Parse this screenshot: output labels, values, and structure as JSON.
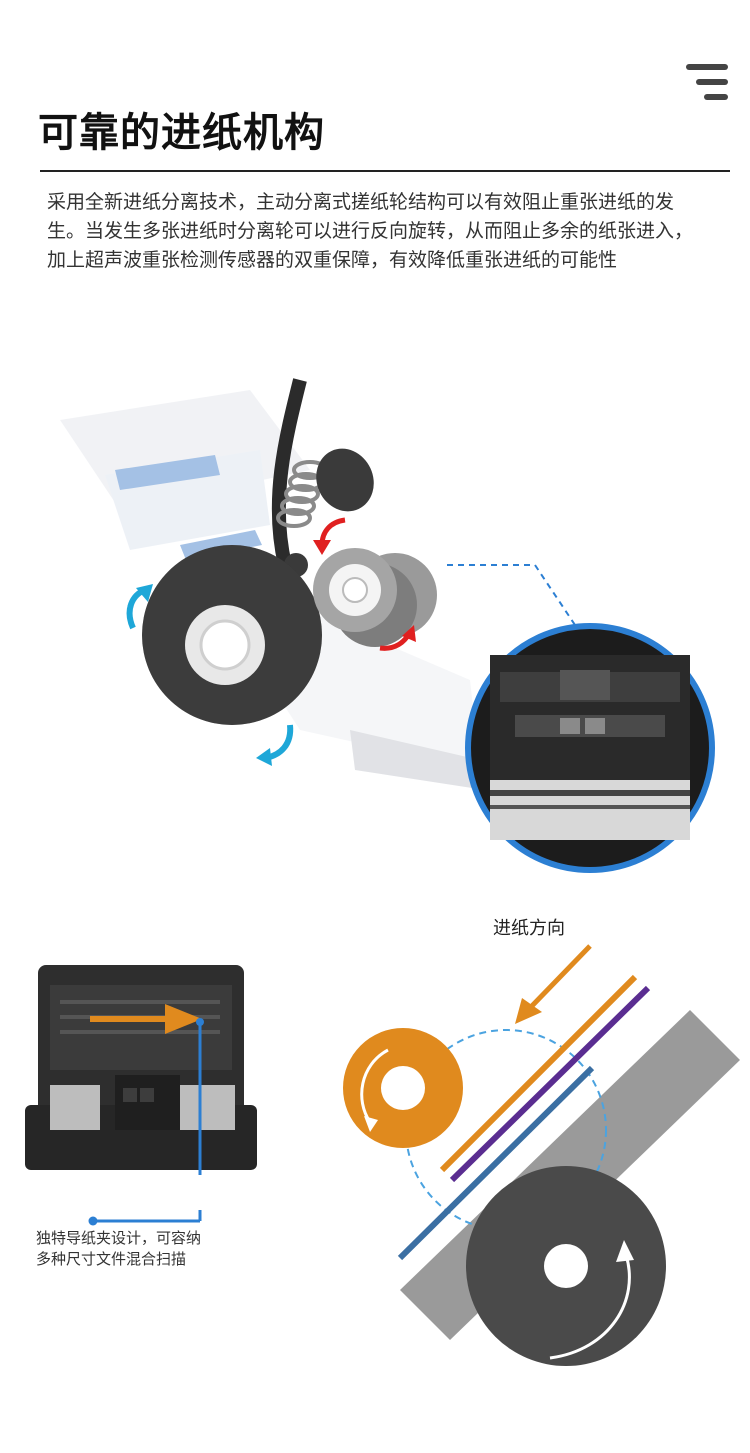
{
  "header": {
    "title": "可靠的进纸机构",
    "menu_icon": "menu-icon"
  },
  "description": "采用全新进纸分离技术，主动分离式搓纸轮结构可以有效阻止重张进纸的发生。当发生多张进纸时分离轮可以进行反向旋转，从而阻止多余的纸张进入，加上超声波重张检测传感器的双重保障，有效降低重张进纸的可能性",
  "feed_diagram": {
    "label": "进纸方向",
    "colors": {
      "orange": "#e08a1e",
      "purple": "#5a2d91",
      "blue": "#3b6fa3",
      "gray": "#9a9a9a",
      "dark": "#4a4a4a"
    }
  },
  "scanner": {
    "caption": "独特导纸夹设计，可容纳多种尺寸文件混合扫描"
  },
  "colors": {
    "accent_blue": "#2c7fd3",
    "arrow_teal": "#1ea7d8",
    "arrow_red": "#e02020"
  }
}
